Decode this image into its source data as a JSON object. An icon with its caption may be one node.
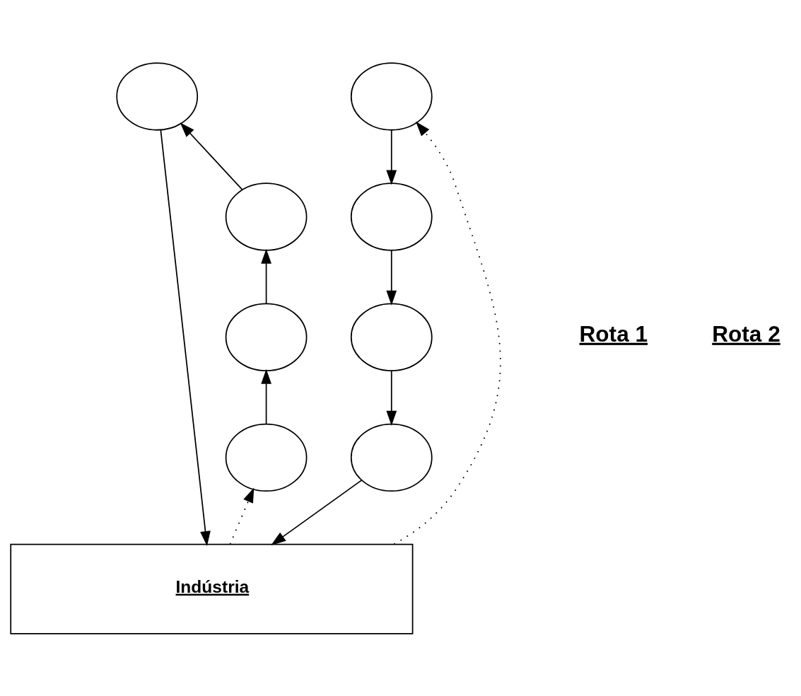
{
  "diagram": {
    "nodes": [
      {
        "text": [],
        "shape": "circle"
      },
      {
        "text": [],
        "shape": "circle"
      },
      {
        "text": [],
        "shape": "circle"
      },
      {
        "text": [],
        "shape": "circle"
      },
      {
        "text": [],
        "shape": "circle"
      },
      {
        "text": [],
        "shape": "circle"
      },
      {
        "text": [],
        "shape": "circle"
      },
      {
        "text": [],
        "shape": "circle"
      },
      {
        "text": [
          "Indústria"
        ]
      }
    ],
    "edges": [
      {
        "from": 8,
        "to": 3,
        "arrow": "to",
        "style": "dashed"
      },
      {
        "from": 3,
        "to": 2,
        "arrow": "to"
      },
      {
        "from": 2,
        "to": 1,
        "arrow": "to"
      },
      {
        "from": 1,
        "to": 0,
        "arrow": "to"
      },
      {
        "from": 0,
        "to": 8,
        "arrow": "to"
      },
      {
        "from": 4,
        "to": 8,
        "arrow": "to"
      },
      {
        "from": 8,
        "to": 7,
        "arrow": "to",
        "style": "dashed"
      },
      {
        "from": 7,
        "to": 6,
        "arrow": "to"
      },
      {
        "from": 6,
        "to": 5,
        "arrow": "to"
      },
      {
        "from": 5,
        "to": 4,
        "arrow": "to"
      }
    ],
    "labels": [
      "Rota 1",
      "Rota 2"
    ]
  }
}
